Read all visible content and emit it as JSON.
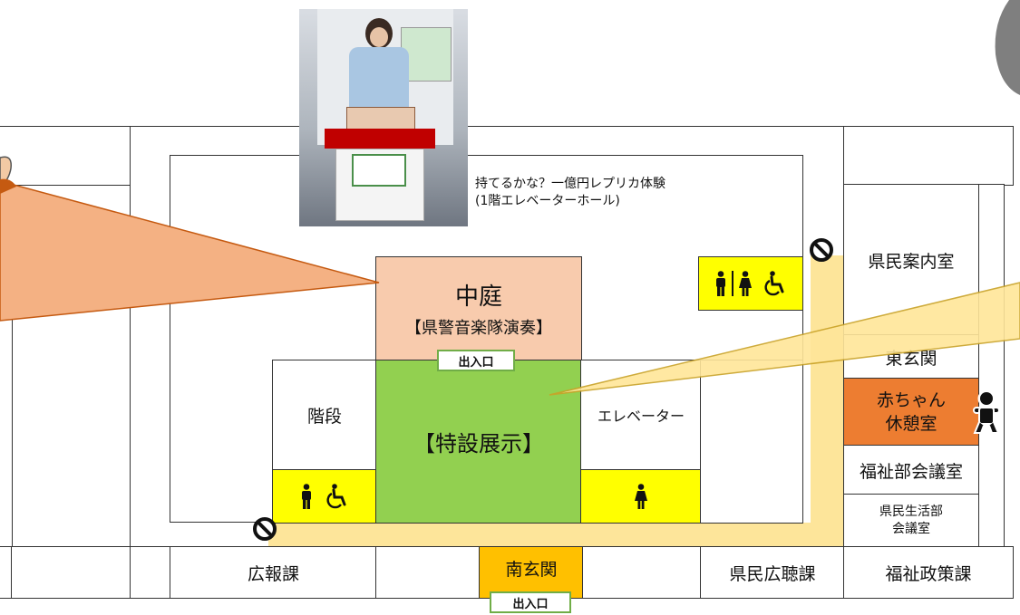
{
  "photo": {
    "caption_line1": "持てるかな？一億円レプリカ体験",
    "caption_line2": "(1階エレベーターホール)"
  },
  "rooms": {
    "courtyard_title": "中庭",
    "courtyard_sub": "【県警音楽隊演奏】",
    "special_exhibit": "【特設展示】",
    "stairs": "階段",
    "elevator": "エレベーター",
    "info_room": "県民案内室",
    "east_entrance": "東玄関",
    "baby_room_line1": "赤ちゃん",
    "baby_room_line2": "休憩室",
    "welfare_meeting": "福祉部会議室",
    "life_meeting_line1": "県民生活部",
    "life_meeting_line2": "会議室",
    "pr_section": "広報課",
    "south_entrance": "南玄関",
    "public_hearing": "県民広聴課",
    "welfare_policy": "福祉政策課"
  },
  "entrances": {
    "courtyard_entrance": "出入口",
    "south_entrance_label": "出入口"
  },
  "icons": {
    "restroom_all": [
      "man-icon",
      "woman-icon",
      "wheelchair-icon"
    ],
    "restroom_men": [
      "man-icon",
      "wheelchair-icon"
    ],
    "restroom_women": [
      "woman-icon"
    ],
    "no_entry": "no-entry-icon",
    "baby": "baby-icon"
  },
  "colors": {
    "courtyard": "#f8cbad",
    "exhibit": "#92d050",
    "restroom": "#ffff00",
    "baby_room": "#ed7d31",
    "south_entrance": "#ffc000",
    "corridor": "#fde59a",
    "callout_orange": "#f4b183",
    "callout_yellow": "#ffe699"
  }
}
